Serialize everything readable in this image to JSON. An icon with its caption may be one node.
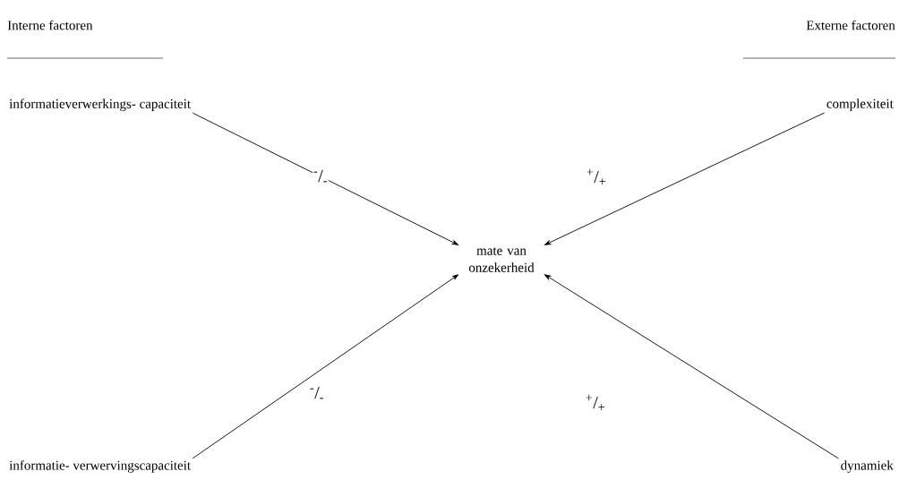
{
  "diagram": {
    "nodes": [
      {
        "text": [
          "informatieverwerkings- capaciteit"
        ]
      },
      {
        "text": [
          "complexiteit"
        ]
      },
      {
        "text": [
          "mate van onzekerheid"
        ]
      },
      {
        "text": [
          "informatie- verwervingscapaciteit"
        ]
      },
      {
        "text": [
          "dynamiek"
        ]
      }
    ],
    "edges": [
      {
        "from": 0,
        "to": 2,
        "arrow": "to",
        "label": "$^{-}$/$_{-}$"
      },
      {
        "from": 1,
        "to": 2,
        "arrow": "to",
        "label": "$^{+}$/$_{+}$"
      },
      {
        "from": 3,
        "to": 2,
        "arrow": "to",
        "label": "$^{-}$/$_{-}$"
      },
      {
        "from": 4,
        "to": 2,
        "arrow": "to",
        "label": "$^{+}$/$_{+}$"
      }
    ],
    "labels": [
      "Interne factoren",
      "Externe factoren"
    ]
  }
}
